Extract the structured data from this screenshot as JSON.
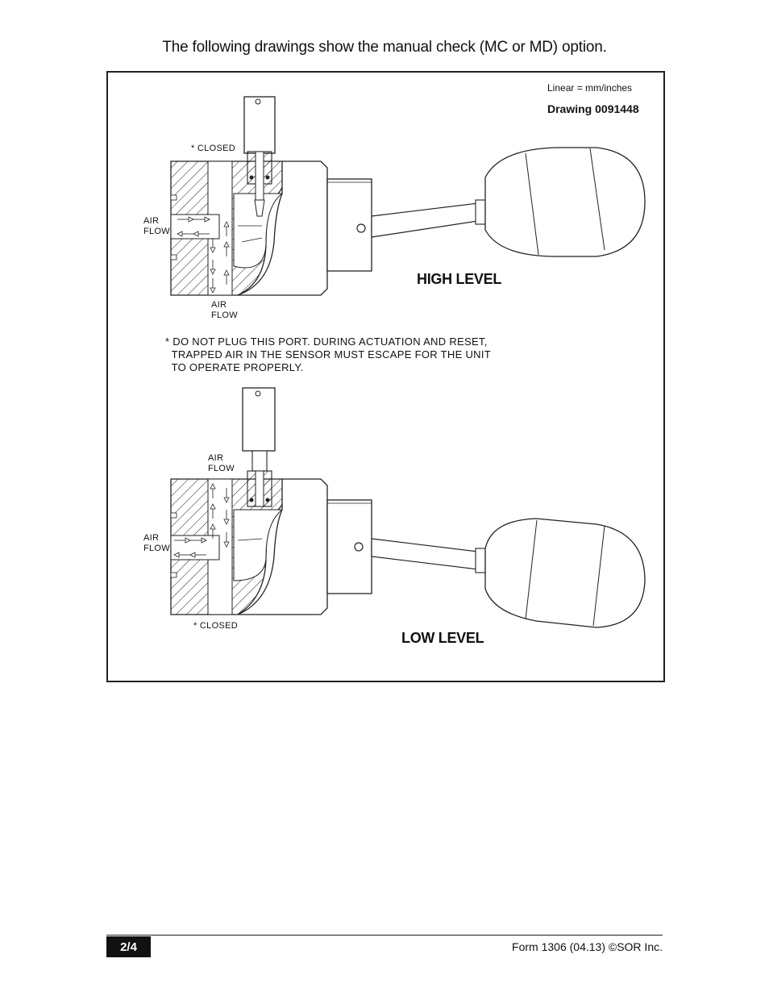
{
  "intro_text": "The following drawings show the manual check (MC or MD) option.",
  "legend": {
    "units": "Linear = mm/inches",
    "drawing_number": "Drawing 0091448"
  },
  "high_level": {
    "title": "HIGH LEVEL",
    "closed_label": "* CLOSED",
    "air_flow_left": [
      "AIR",
      "FLOW"
    ],
    "air_flow_bottom": [
      "AIR",
      "FLOW"
    ]
  },
  "note": {
    "lines": [
      "* DO NOT PLUG THIS PORT. DURING ACTUATION AND RESET,",
      "  TRAPPED AIR IN THE SENSOR MUST ESCAPE FOR THE UNIT",
      "  TO OPERATE PROPERLY."
    ]
  },
  "low_level": {
    "title": "LOW LEVEL",
    "closed_label": "* CLOSED",
    "air_flow_left": [
      "AIR",
      "FLOW"
    ],
    "air_flow_top": [
      "AIR",
      "FLOW"
    ]
  },
  "footer": {
    "page": "2/4",
    "form": "Form 1306 (04.13) ©SOR Inc."
  }
}
